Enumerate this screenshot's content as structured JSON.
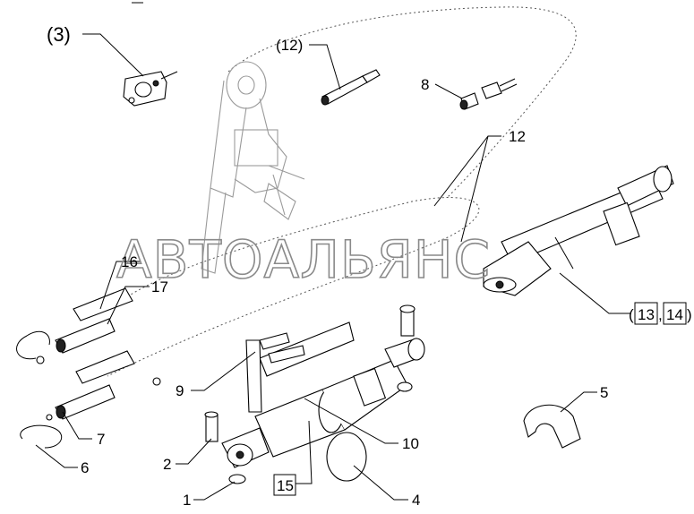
{
  "watermark": "АВТОАЛЬЯНС",
  "callouts": {
    "c3": "(3)",
    "c12_paren": "(12)",
    "c8": "8",
    "c12": "12",
    "c16": "16",
    "c17": "17",
    "c13_open": "(",
    "c13": "13",
    "c13_comma": ",",
    "c14": "14",
    "c13_close": ")",
    "c9": "9",
    "c10": "10",
    "c7": "7",
    "c6": "6",
    "c2": "2",
    "c1": "1",
    "c15": "15",
    "c4": "4",
    "c5": "5"
  }
}
